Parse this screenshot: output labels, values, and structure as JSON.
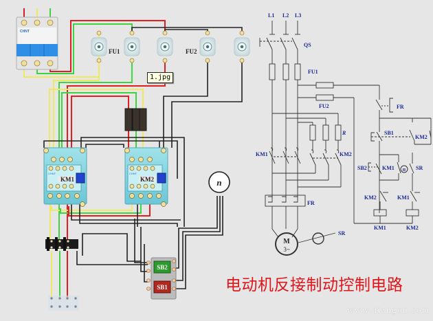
{
  "title": "电动机反接制动控制电路",
  "watermark": "www.diangon.com",
  "tooltip": "1.jpg",
  "wiring_diagram": {
    "breaker_brand": "CHNT",
    "fu1_label": "FU1",
    "fu2_label": "FU2",
    "contactors": [
      {
        "label": "KM1",
        "brand": "CHNT"
      },
      {
        "label": "KM2",
        "brand": "CHNT"
      }
    ],
    "speed_relay_symbol": "n",
    "buttons": [
      {
        "label": "SB2",
        "color": "#2e9a2e"
      },
      {
        "label": "SB1",
        "color": "#b0281e"
      }
    ],
    "wire_colors": {
      "phase_a": "#f0e860",
      "phase_b": "#3fd43f",
      "phase_c": "#e02020",
      "control": "#222222"
    }
  },
  "schematic": {
    "lines": [
      "L1",
      "L2",
      "L3"
    ],
    "qs": "QS",
    "fu1": "FU1",
    "fu2": "FU2",
    "r": "R",
    "km1_main": "KM1",
    "km2_main": "KM2",
    "fr_main": "FR",
    "motor": {
      "line1": "M",
      "line2": "3~"
    },
    "sr_main": "SR",
    "fr_ctrl": "FR",
    "sb1": "SB1",
    "km2_hold": "KM2",
    "sb2": "SB2",
    "km1_hold": "KM1",
    "n_symbol": "n",
    "sr_ctrl": "SR",
    "km2_interlock": "KM2",
    "km1_interlock": "KM1",
    "coil_km1": "KM1",
    "coil_km2": "KM2"
  }
}
